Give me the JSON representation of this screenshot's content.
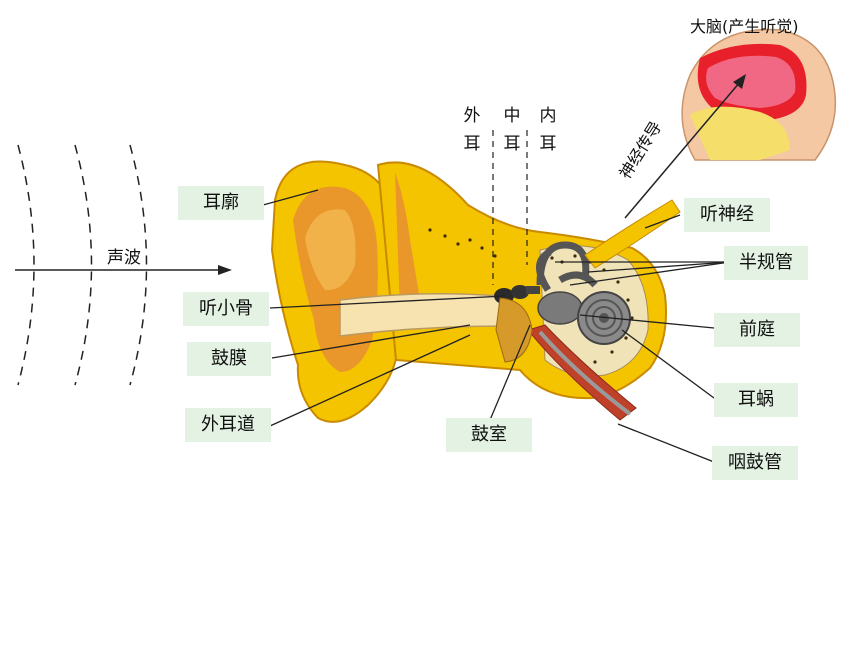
{
  "diagram": {
    "sound_wave_label": "声波",
    "brain_label": "大脑(产生听觉)",
    "nerve_conduction_label": "神经传导",
    "regions": [
      {
        "char1": "外",
        "char2": "耳"
      },
      {
        "char1": "中",
        "char2": "耳"
      },
      {
        "char1": "内",
        "char2": "耳"
      }
    ],
    "left_labels": [
      {
        "text": "耳廓"
      },
      {
        "text": "听小骨"
      },
      {
        "text": "鼓膜"
      },
      {
        "text": "外耳道"
      }
    ],
    "bottom_label": "鼓室",
    "right_labels": [
      {
        "text": "听神经"
      },
      {
        "text": "半规管"
      },
      {
        "text": "前庭"
      },
      {
        "text": "耳蜗"
      },
      {
        "text": "咽鼓管"
      }
    ]
  },
  "colors": {
    "ear_yellow": "#f5c400",
    "ear_orange": "#e9962a",
    "skin": "#f7d9a6",
    "brain_red": "#e8202c",
    "cochlea_gray": "#8a8a8a",
    "label_bg": "#e3f2e2"
  }
}
